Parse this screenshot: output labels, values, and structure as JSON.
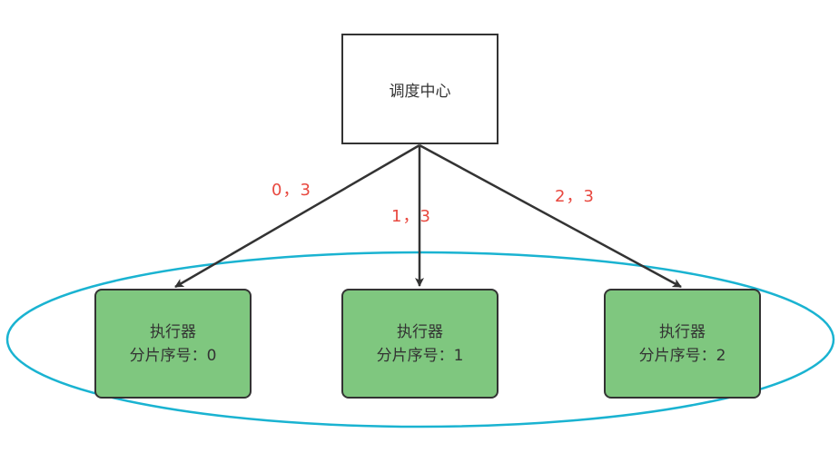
{
  "colors": {
    "executor_fill": "#7fc77f",
    "ellipse_stroke": "#1ab3d1",
    "edge_label": "#e8483f",
    "stroke": "#333333"
  },
  "scheduler": {
    "label": "调度中心"
  },
  "executors": [
    {
      "title": "执行器",
      "shard": "分片序号：0"
    },
    {
      "title": "执行器",
      "shard": "分片序号：1"
    },
    {
      "title": "执行器",
      "shard": "分片序号：2"
    }
  ],
  "edges": [
    {
      "label": "0，3"
    },
    {
      "label": "1，3"
    },
    {
      "label": "2，3"
    }
  ]
}
